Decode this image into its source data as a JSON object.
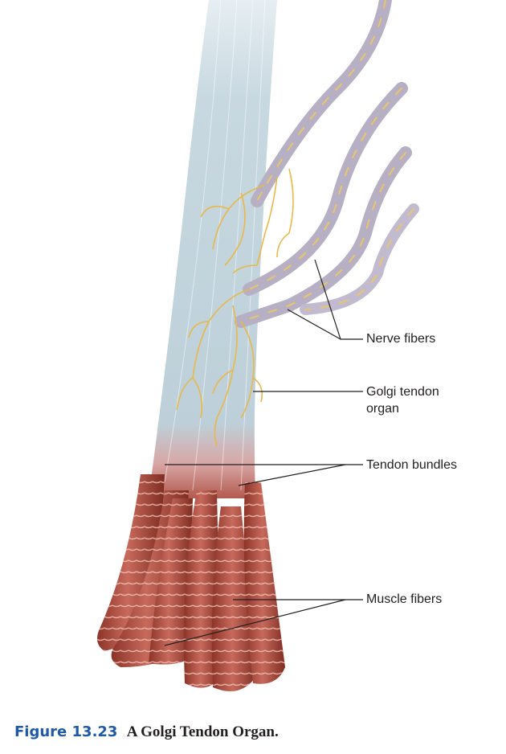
{
  "labels": {
    "nerve_fibers": "Nerve fibers",
    "golgi_tendon_organ_line1": "Golgi tendon",
    "golgi_tendon_organ_line2": "organ",
    "tendon_bundles": "Tendon bundles",
    "muscle_fibers": "Muscle fibers"
  },
  "caption": {
    "figure_number": "Figure 13.23",
    "title": "A Golgi Tendon Organ."
  },
  "colors": {
    "tendon": "#c9d9e0",
    "muscle": "#a84a3e",
    "nerve": "#b7afc4",
    "nerve_ending": "#e8b84a",
    "caption_accent": "#1f5aa8"
  }
}
